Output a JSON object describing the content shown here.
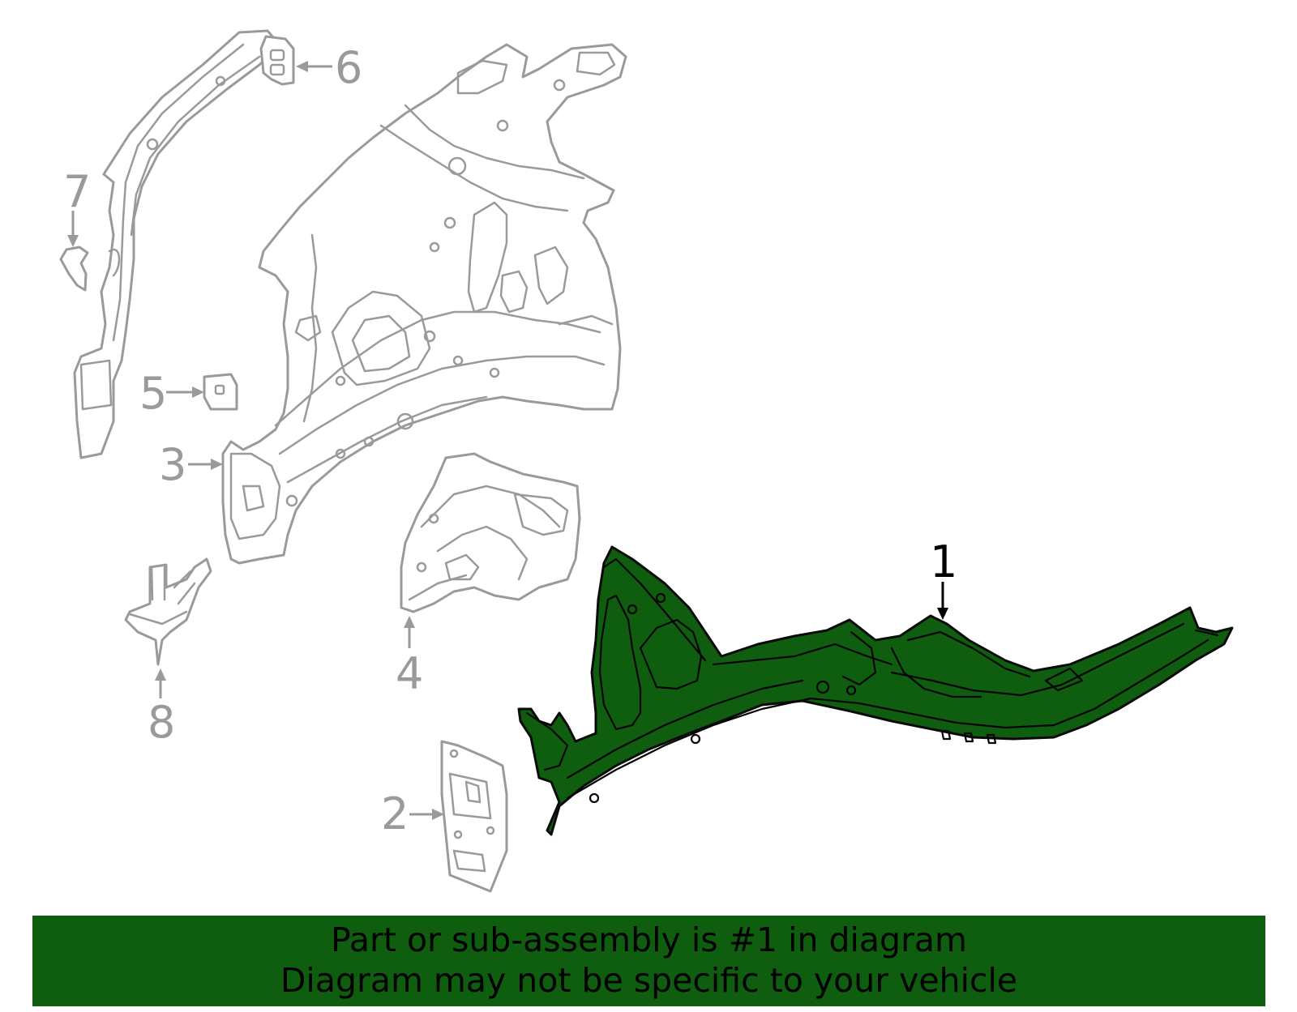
{
  "colors": {
    "highlight": "#0f5e0f",
    "banner_background": "#0f5e0f",
    "outline_gray": "#9a9a9a",
    "text_black": "#000000"
  },
  "callouts": [
    {
      "id": "1",
      "label": "1",
      "highlighted": true
    },
    {
      "id": "2",
      "label": "2",
      "highlighted": false
    },
    {
      "id": "3",
      "label": "3",
      "highlighted": false
    },
    {
      "id": "4",
      "label": "4",
      "highlighted": false
    },
    {
      "id": "5",
      "label": "5",
      "highlighted": false
    },
    {
      "id": "6",
      "label": "6",
      "highlighted": false
    },
    {
      "id": "7",
      "label": "7",
      "highlighted": false
    },
    {
      "id": "8",
      "label": "8",
      "highlighted": false
    }
  ],
  "banner": {
    "line1": "Part or sub-assembly is #1 in diagram",
    "line2": "Diagram may not be specific to your vehicle"
  }
}
